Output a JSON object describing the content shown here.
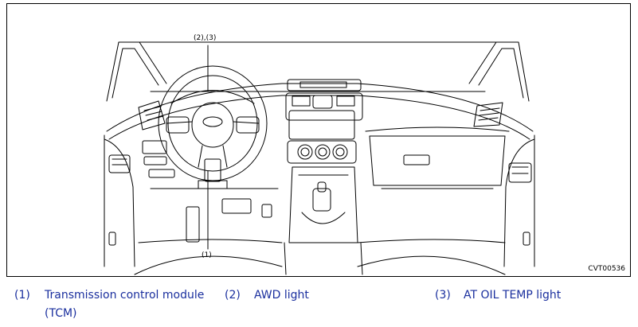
{
  "figure": {
    "callout_top": "(2),(3)",
    "callout_bottom": "(1)",
    "figure_id": "CVT00536"
  },
  "legend": [
    {
      "number": "(1)",
      "line1": "Transmission control module",
      "line2": "(TCM)"
    },
    {
      "number": "(2)",
      "line1": "AWD light",
      "line2": ""
    },
    {
      "number": "(3)",
      "line1": "AT OIL TEMP light",
      "line2": ""
    }
  ],
  "colors": {
    "legend_text": "#1a2f9e",
    "line_art": "#000000"
  }
}
